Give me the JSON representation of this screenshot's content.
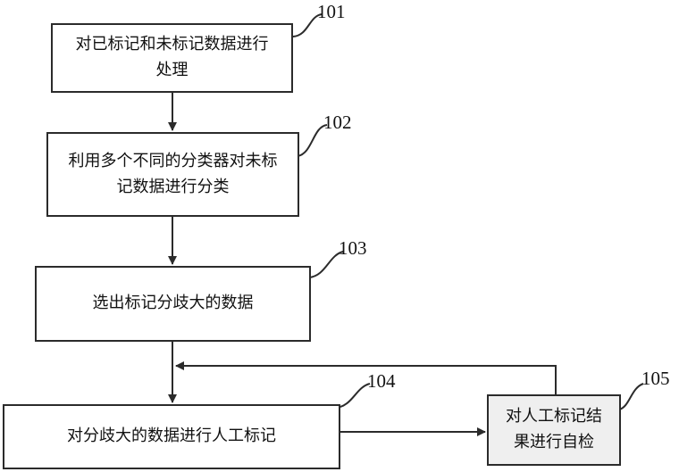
{
  "steps": [
    {
      "id": "101",
      "text": "对已标记和未标记数据进行\n处理"
    },
    {
      "id": "102",
      "text": "利用多个不同的分类器对未标\n记数据进行分类"
    },
    {
      "id": "103",
      "text": "选出标记分歧大的数据"
    },
    {
      "id": "104",
      "text": "对分歧大的数据进行人工标记"
    },
    {
      "id": "105",
      "text": "对人工标记结\n果进行自检"
    }
  ]
}
